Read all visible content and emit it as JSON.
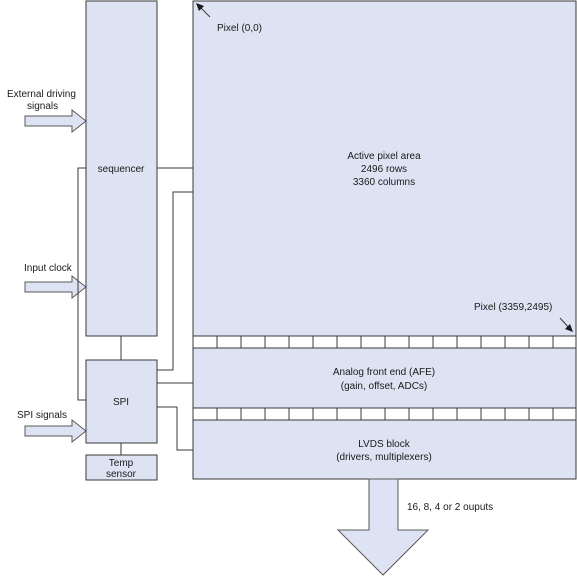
{
  "inputs": {
    "external_driving": [
      "External driving",
      "signals"
    ],
    "input_clock": "Input clock",
    "spi_signals": "SPI signals"
  },
  "blocks": {
    "sequencer": "sequencer",
    "spi": "SPI",
    "temp_sensor": [
      "Temp",
      "sensor"
    ],
    "active_pixel_area": [
      "Active pixel area",
      "2496 rows",
      "3360 columns"
    ],
    "afe": [
      "Analog front end (AFE)",
      "(gain, offset, ADCs)"
    ],
    "lvds": [
      "LVDS block",
      "(drivers, multiplexers)"
    ]
  },
  "annotations": {
    "pixel_origin": "Pixel (0,0)",
    "pixel_end": "Pixel (3359,2495)",
    "outputs": "16, 8, 4 or 2 ouputs"
  },
  "colors": {
    "block_fill": "#dde3f2",
    "stroke": "#3a3a3a"
  }
}
